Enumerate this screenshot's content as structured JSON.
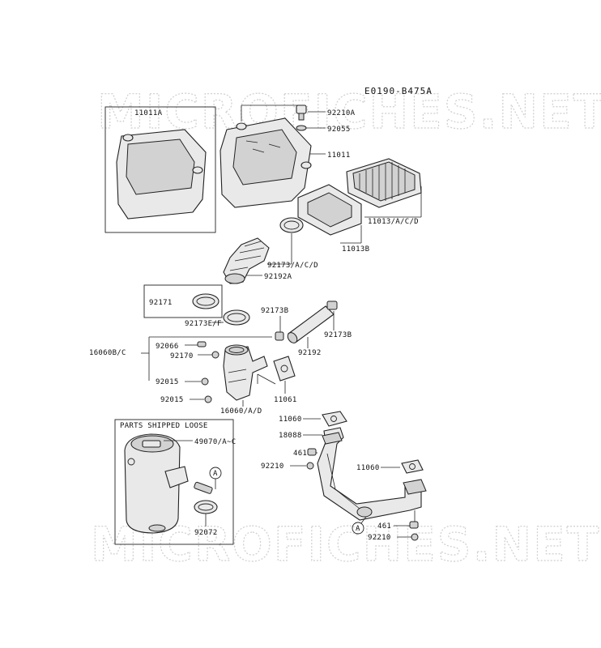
{
  "diagram_code": "E0190-B475A",
  "watermark": "MICROFICHES.NET",
  "parts_shipped_loose": "PARTS SHIPPED LOOSE",
  "callout_ref": "A",
  "parts": {
    "p11011A": "11011A",
    "p92210A": "92210A",
    "p92055": "92055",
    "p11011": "11011",
    "p11013": "11013/A/C/D",
    "p11013B": "11013B",
    "p92173ACD": "92173/A/C/D",
    "p92192A": "92192A",
    "p92171": "92171",
    "p92173B_top": "92173B",
    "p92173EF": "92173E/F",
    "p92173B_right": "92173B",
    "p92192": "92192",
    "p92066": "92066",
    "p16060BC": "16060B/C",
    "p92170": "92170",
    "p92015_a": "92015",
    "p11061": "11061",
    "p92015_b": "92015",
    "p16060AD": "16060/A/D",
    "p11060_top": "11060",
    "p18088": "18088",
    "p461_a": "461",
    "p92210_a": "92210",
    "p49070": "49070/A~C",
    "p11060_mid": "11060",
    "p92072": "92072",
    "p461_b": "461",
    "p92210_b": "92210"
  }
}
